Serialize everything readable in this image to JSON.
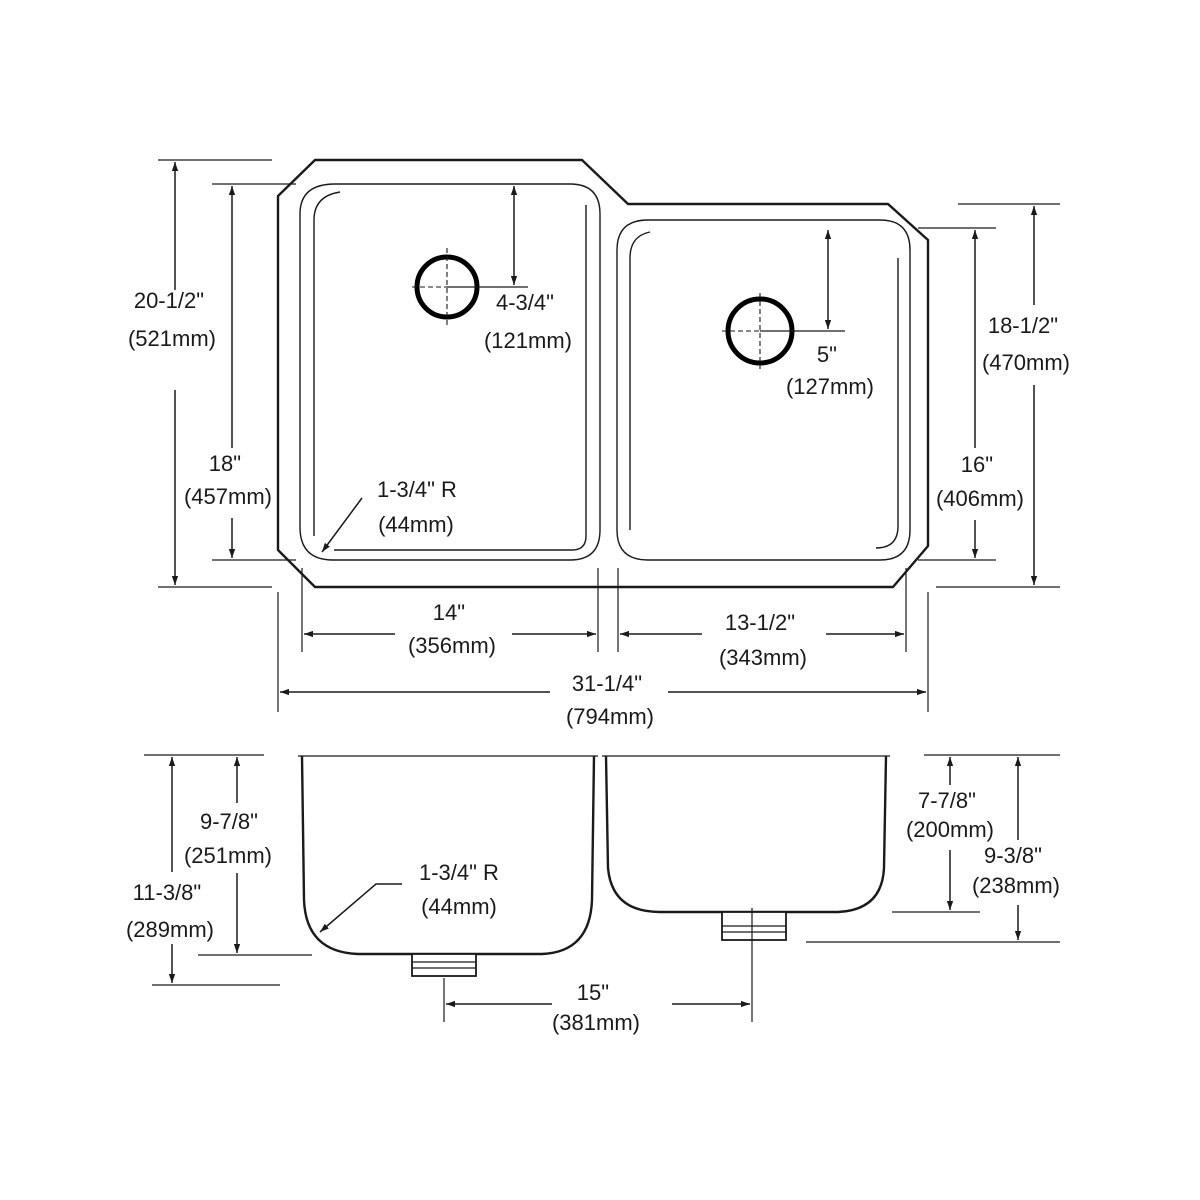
{
  "top_view": {
    "overall_height": {
      "in": "20-1/2\"",
      "mm": "(521mm)"
    },
    "left_bowl_length": {
      "in": "18\"",
      "mm": "(457mm)"
    },
    "left_drain_offset": {
      "in": "4-3/4\"",
      "mm": "(121mm)"
    },
    "corner_radius": {
      "in": "1-3/4\" R",
      "mm": "(44mm)"
    },
    "right_drain_offset": {
      "in": "5\"",
      "mm": "(127mm)"
    },
    "right_overall_height": {
      "in": "18-1/2\"",
      "mm": "(470mm)"
    },
    "right_bowl_length": {
      "in": "16\"",
      "mm": "(406mm)"
    },
    "left_bowl_width": {
      "in": "14\"",
      "mm": "(356mm)"
    },
    "right_bowl_width": {
      "in": "13-1/2\"",
      "mm": "(343mm)"
    },
    "overall_width": {
      "in": "31-1/4\"",
      "mm": "(794mm)"
    }
  },
  "side_view": {
    "left_bowl_depth": {
      "in": "9-7/8\"",
      "mm": "(251mm)"
    },
    "left_overall_depth": {
      "in": "11-3/8\"",
      "mm": "(289mm)"
    },
    "corner_radius": {
      "in": "1-3/4\" R",
      "mm": "(44mm)"
    },
    "drain_spacing": {
      "in": "15\"",
      "mm": "(381mm)"
    },
    "right_bowl_depth": {
      "in": "7-7/8\"",
      "mm": "(200mm)"
    },
    "right_overall_depth": {
      "in": "9-3/8\"",
      "mm": "(238mm)"
    }
  }
}
